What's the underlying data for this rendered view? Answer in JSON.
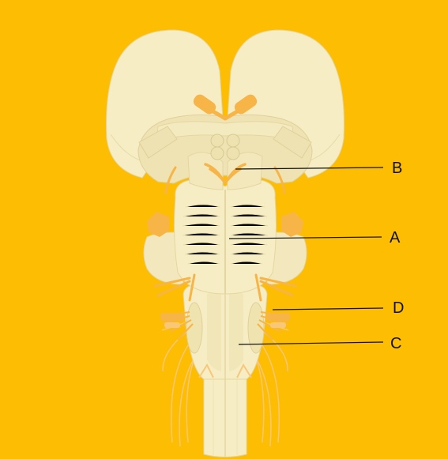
{
  "colors": {
    "background": "#FDBD02",
    "tissue": "#F6EDC5",
    "tissue_shade": "#E9DDAA",
    "tissue_outline": "#D8C98F",
    "nerve": "#F7B548",
    "nerve_light": "#F9C77A",
    "leader": "#111111"
  },
  "labels": {
    "a": "A",
    "b": "B",
    "c": "C",
    "d": "D"
  }
}
